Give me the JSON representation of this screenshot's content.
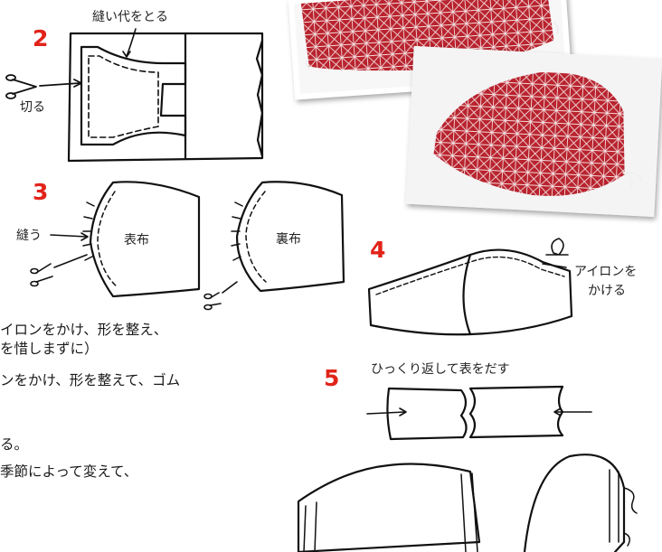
{
  "steps": {
    "s2": {
      "num": "2",
      "note_seam": "縫い代をとる",
      "note_cut": "切る"
    },
    "s3": {
      "num": "3",
      "note_sew": "縫う",
      "outer_cloth": "表布",
      "inner_cloth": "裏布"
    },
    "s4": {
      "num": "4",
      "note_iron_line1": "アイロンを",
      "note_iron_line2": "かける"
    },
    "s5": {
      "num": "5",
      "note_turn": "ひっくり返して表をだす"
    }
  },
  "body_lines": [
    "イロンをかけ、形を整え、",
    "を惜しまずに）",
    "ンをかけ、形を整えて、ゴム",
    "る。",
    "季節によって変えて、"
  ],
  "colors": {
    "accent": "#e2231a",
    "fabric": "#b8232e",
    "fabric_pattern": "#f3dcdc"
  }
}
